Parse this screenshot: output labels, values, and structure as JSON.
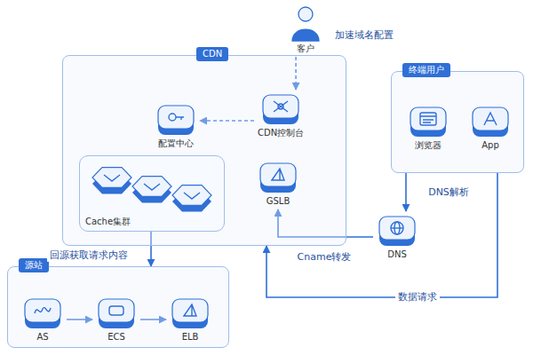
{
  "diagram": {
    "nodes": [
      {
        "text": [
          "CDN"
        ]
      },
      {
        "text": [
          "配置中心"
        ],
        "in": 0
      },
      {
        "text": [
          "CDN控制台"
        ],
        "in": 0
      },
      {
        "text": [
          "Cache集群"
        ],
        "in": 0
      },
      {
        "text": [
          "GSLB"
        ],
        "in": 0
      },
      {
        "text": [
          "客户"
        ]
      },
      {
        "text": [
          "终端用户"
        ]
      },
      {
        "text": [
          "浏览器"
        ],
        "in": 6
      },
      {
        "text": [
          "App"
        ],
        "in": 6
      },
      {
        "text": [
          "DNS"
        ]
      },
      {
        "text": [
          "源站"
        ]
      },
      {
        "text": [
          "AS"
        ],
        "in": 10
      },
      {
        "text": [
          "ECS"
        ],
        "in": 10
      },
      {
        "text": [
          "ELB"
        ],
        "in": 10
      }
    ],
    "edges": [
      {
        "from": 5,
        "to": 2,
        "label": "加速域名配置",
        "arrow": "to"
      },
      {
        "from": 2,
        "to": 1,
        "arrow": "to"
      },
      {
        "from": 6,
        "to": 9,
        "label": "DNS解析",
        "arrow": "to"
      },
      {
        "from": 9,
        "to": 4,
        "label": "Cname转发",
        "arrow": "to"
      },
      {
        "from": 3,
        "to": 10,
        "label": "回源获取请求内容",
        "arrow": "to"
      },
      {
        "from": 6,
        "to": 0,
        "label": "数据请求",
        "arrow": "to"
      },
      {
        "from": 11,
        "to": 12,
        "arrow": "to"
      },
      {
        "from": 12,
        "to": 13,
        "arrow": "to"
      }
    ]
  }
}
